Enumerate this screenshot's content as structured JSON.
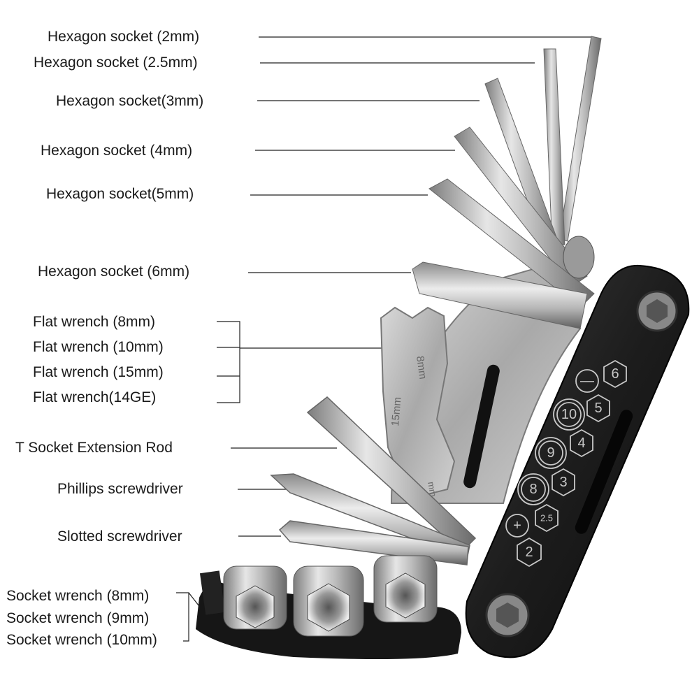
{
  "labels": {
    "hex_2": "Hexagon socket (2mm)",
    "hex_25": "Hexagon socket (2.5mm)",
    "hex_3": "Hexagon socket(3mm)",
    "hex_4": "Hexagon socket (4mm)",
    "hex_5": "Hexagon socket(5mm)",
    "hex_6": "Hexagon socket (6mm)",
    "flat_8": "Flat wrench (8mm)",
    "flat_10": "Flat wrench (10mm)",
    "flat_15": "Flat wrench (15mm)",
    "flat_14ge": "Flat wrench(14GE)",
    "t_rod": "T Socket Extension Rod",
    "phillips": "Phillips screwdriver",
    "slotted": "Slotted screwdriver",
    "sock_8": "Socket wrench (8mm)",
    "sock_9": "Socket wrench (9mm)",
    "sock_10": "Socket wrench (10mm)"
  },
  "handle_markings": {
    "m6": "6",
    "minus": "—",
    "m10": "10",
    "m5": "5",
    "m9": "9",
    "m4": "4",
    "m8": "8",
    "m3": "3",
    "plus": "+",
    "m25": "2.5",
    "m2": "2"
  },
  "blade_engravings": {
    "top": "8mm",
    "mid": "15mm",
    "low": "mm"
  }
}
